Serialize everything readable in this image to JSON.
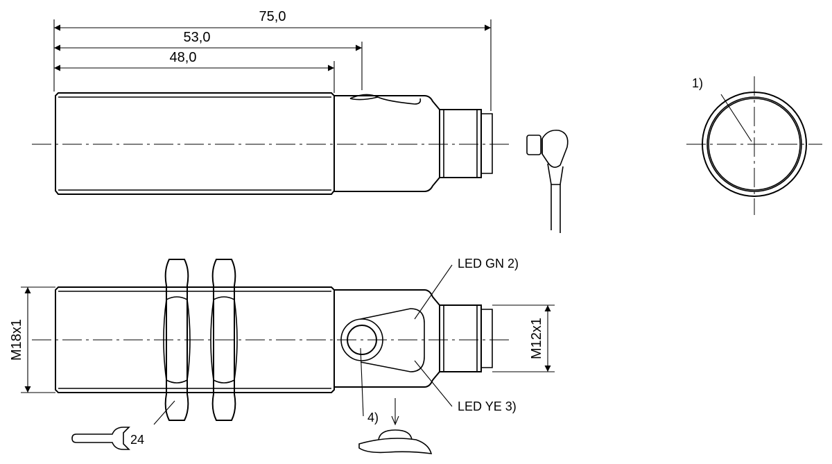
{
  "dimensions": {
    "overall_length": "75,0",
    "to_led_window": "53,0",
    "thread_length": "48,0"
  },
  "thread_main": "M18x1",
  "thread_connector": "M12x1",
  "wrench_size": "24",
  "callouts": {
    "sensing_face": "1)",
    "led_green": "LED GN 2)",
    "led_yellow": "LED YE 3)",
    "teach_button": "4)"
  }
}
